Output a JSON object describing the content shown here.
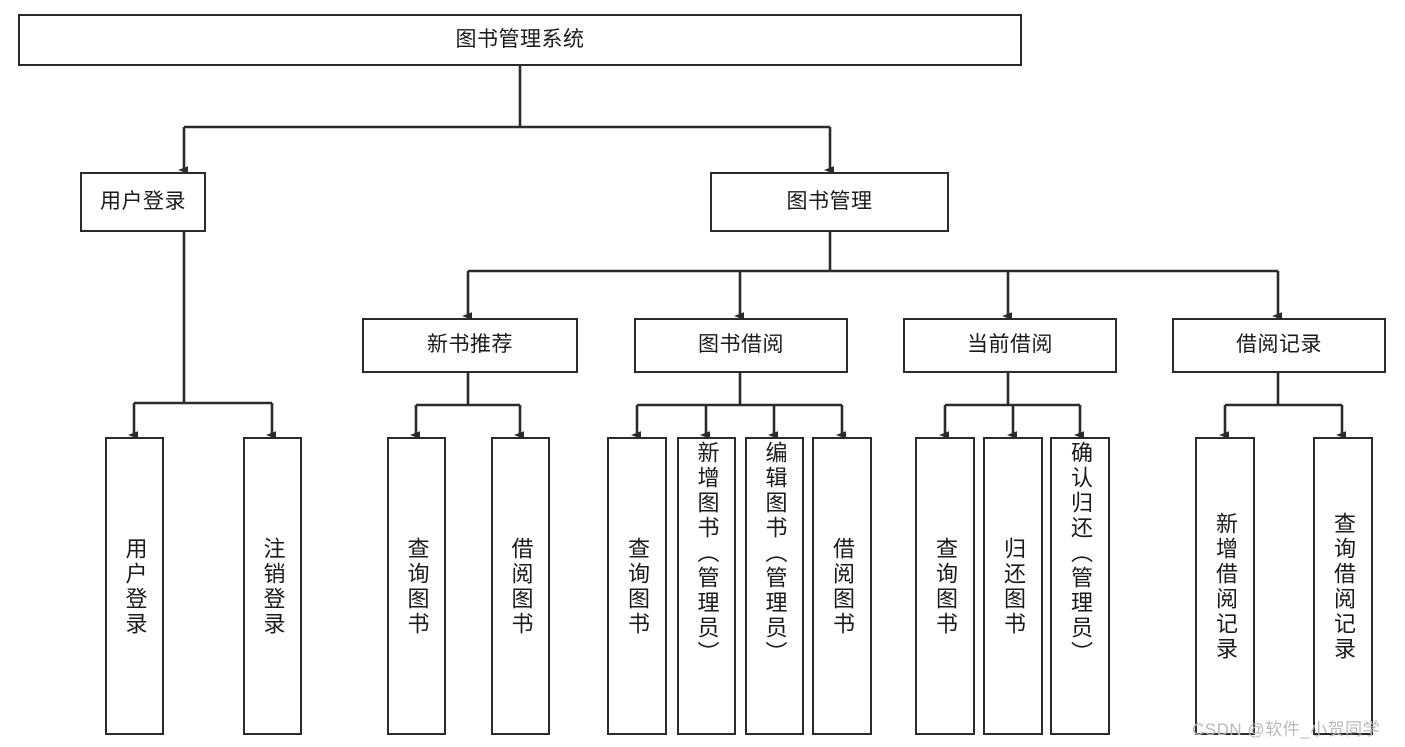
{
  "diagram": {
    "title": "图书管理系统",
    "type": "tree-hierarchy-diagram",
    "root": {
      "id": "root",
      "label": "图书管理系统"
    },
    "level1": [
      {
        "id": "user-login",
        "label": "用户登录"
      },
      {
        "id": "book-management",
        "label": "图书管理"
      }
    ],
    "level2": [
      {
        "id": "new-book-recommend",
        "label": "新书推荐",
        "parent": "book-management"
      },
      {
        "id": "book-borrow",
        "label": "图书借阅",
        "parent": "book-management"
      },
      {
        "id": "current-borrow",
        "label": "当前借阅",
        "parent": "book-management"
      },
      {
        "id": "borrow-record",
        "label": "借阅记录",
        "parent": "book-management"
      }
    ],
    "leaves": {
      "user_login": [
        {
          "id": "leaf-user-login",
          "label": "用户登录"
        },
        {
          "id": "leaf-user-logout",
          "label": "注销登录"
        }
      ],
      "new_book_recommend": [
        {
          "id": "leaf-query-book-1",
          "label": "查询图书"
        },
        {
          "id": "leaf-borrow-book-1",
          "label": "借阅图书"
        }
      ],
      "book_borrow": [
        {
          "id": "leaf-query-book-2",
          "label": "查询图书"
        },
        {
          "id": "leaf-add-book",
          "label": "新增图书（管理员）"
        },
        {
          "id": "leaf-edit-book",
          "label": "编辑图书（管理员）"
        },
        {
          "id": "leaf-borrow-book-2",
          "label": "借阅图书"
        }
      ],
      "current_borrow": [
        {
          "id": "leaf-query-book-3",
          "label": "查询图书"
        },
        {
          "id": "leaf-return-book",
          "label": "归还图书"
        },
        {
          "id": "leaf-confirm-return",
          "label": "确认归还（管理员）"
        }
      ],
      "borrow_record": [
        {
          "id": "leaf-add-record",
          "label": "新增借阅记录"
        },
        {
          "id": "leaf-query-record",
          "label": "查询借阅记录"
        }
      ]
    }
  },
  "watermark": {
    "text": "CSDN @软件_小贺同学"
  },
  "colors": {
    "box_border": "#2b2b2b",
    "connector": "#2b2b2b",
    "background": "#ffffff",
    "text": "#1a1a1a",
    "watermark": "#b9b9b9"
  }
}
